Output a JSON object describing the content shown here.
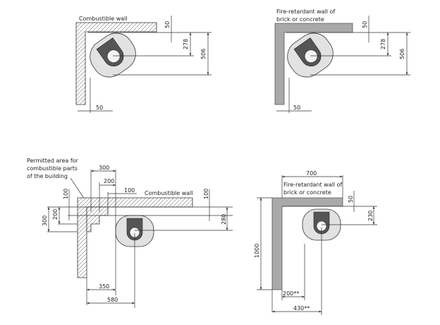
{
  "panel_1": {
    "wall_label": "Combustible wall",
    "dim_top": "50",
    "dim_center": "278",
    "dim_total": "506",
    "dim_side": "50"
  },
  "panel_2": {
    "wall_label_line1": "Fire-retardant wall of",
    "wall_label_line2": "brick or concrete",
    "dim_top": "50",
    "dim_center": "278",
    "dim_total": "506",
    "dim_side": "50"
  },
  "panel_3": {
    "area_label_line1": "Permitted area for",
    "area_label_line2": "combustible parts",
    "area_label_line3": "of the building",
    "wall_label": "Combustible wall",
    "dim_300_h": "300",
    "dim_200_h": "200",
    "dim_100_h": "100",
    "dim_100_v_right": "100",
    "dim_280": "280",
    "dim_300_v": "300",
    "dim_200_v": "200",
    "dim_100_v": "100",
    "dim_350": "350",
    "dim_580": "580"
  },
  "panel_4": {
    "dim_700": "700",
    "wall_label_line1": "Fire-retardant wall of",
    "wall_label_line2": "brick or concrete",
    "dim_50": "50",
    "dim_230": "230",
    "dim_1000": "1000",
    "dim_200": "200**",
    "dim_430": "430**"
  }
}
